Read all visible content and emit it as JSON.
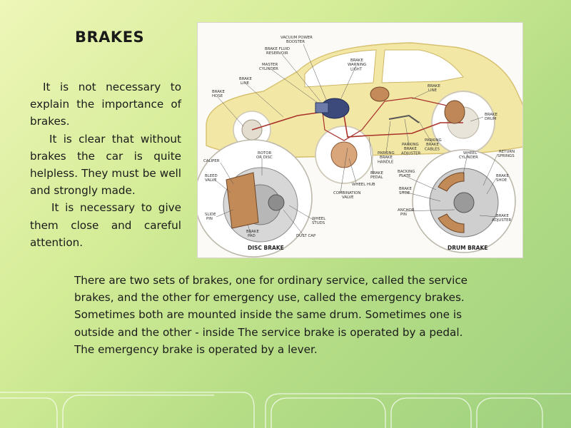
{
  "slide": {
    "title": "BRAKES",
    "left_paragraphs": [
      "It is not necessary to explain the importance of brakes.",
      "It is clear that without brakes the car is quite helpless. They must be well and strongly made.",
      "It is necessary to give them close and careful attention."
    ],
    "bottom_lines": [
      "There are two sets of brakes, one for ordinary service, called the service",
      "brakes, and the other for emergency use, called the emergency brakes.",
      "Sometimes both are mounted inside the same drum. Sometimes one is",
      "outside and the other - inside The service brake is operated by a pedal.",
      "The emergency brake is operated by a lever."
    ]
  },
  "diagram": {
    "labels": {
      "vacuum_power_booster": [
        "VACUUM POWER",
        "BOOSTER"
      ],
      "brake_fluid_reservoir": [
        "BRAKE FLUID",
        "RESERVOIR"
      ],
      "master_cylinder": [
        "MASTER",
        "CYLINDER"
      ],
      "brake_line_front": [
        "BRAKE",
        "LINE"
      ],
      "brake_hose": [
        "BRAKE",
        "HOSE"
      ],
      "brake_warning_light": [
        "BRAKE",
        "WARNING",
        "LIGHT"
      ],
      "brake_line_rear": [
        "BRAKE",
        "LINE"
      ],
      "brake_drum": [
        "BRAKE",
        "DRUM"
      ],
      "parking_brake_cables": [
        "PARKING",
        "BRAKE",
        "CABLES"
      ],
      "parking_brake_adjuster": [
        "PARKING",
        "BRAKE",
        "ADJUSTER"
      ],
      "parking_brake_handle": [
        "PARKING",
        "BRAKE",
        "HANDLE"
      ],
      "caliper": [
        "CALIPER"
      ],
      "rotor_or_disc": [
        "ROTOR",
        "OR DISC"
      ],
      "bleed_valve": [
        "BLEED",
        "VALVE"
      ],
      "slide_pin": [
        "SLIDE",
        "PIN"
      ],
      "brake_pad": [
        "BRAKE",
        "PAD"
      ],
      "dust_cap": [
        "DUST CAP"
      ],
      "wheel_studs": [
        "WHEEL",
        "STUDS"
      ],
      "combination_valve": [
        "COMBINATION",
        "VALVE"
      ],
      "wheel_hub": [
        "WHEEL HUB"
      ],
      "brake_pedal": [
        "BRAKE",
        "PEDAL"
      ],
      "backing_plate": [
        "BACKING",
        "PLATE"
      ],
      "brake_shoe_left": [
        "BRAKE",
        "SHOE"
      ],
      "anchor_pin": [
        "ANCHOR",
        "PIN"
      ],
      "wheel_cylinder": [
        "WHEEL",
        "CYLINDER"
      ],
      "return_springs": [
        "RETURN",
        "SPRINGS"
      ],
      "brake_shoe_right": [
        "BRAKE",
        "SHOE"
      ],
      "brake_adjuster": [
        "BRAKE",
        "ADJUSTER"
      ]
    },
    "captions": {
      "disc": "DISC BRAKE",
      "drum": "DRUM BRAKE"
    }
  }
}
